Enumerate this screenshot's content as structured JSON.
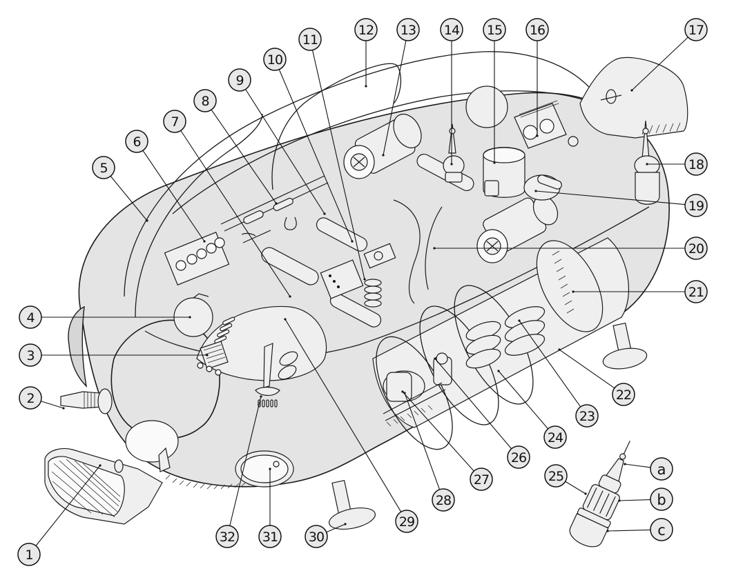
{
  "diagram": {
    "title": "Spacecraft cutaway illustration",
    "style": "black-and-white technical line drawing with numbered callouts",
    "colors": {
      "ink": "#111111",
      "hull_fill": "#e4e4e4",
      "callout_fill": "#e8e8e8",
      "background": "#ffffff"
    },
    "callouts": [
      {
        "id": "1",
        "label": "1",
        "part": "rear-left-thruster-nozzle"
      },
      {
        "id": "2",
        "label": "2",
        "part": "side-connector-nozzle"
      },
      {
        "id": "3",
        "label": "3",
        "part": "control-panel-grille"
      },
      {
        "id": "4",
        "label": "4",
        "part": "spherical-tank"
      },
      {
        "id": "5",
        "label": "5",
        "part": "canopy-dome"
      },
      {
        "id": "6",
        "label": "6",
        "part": "bottle-rack"
      },
      {
        "id": "7",
        "label": "7",
        "part": "storage-rail"
      },
      {
        "id": "8",
        "label": "8",
        "part": "tool-clips"
      },
      {
        "id": "9",
        "label": "9",
        "part": "canopy-frame"
      },
      {
        "id": "10",
        "label": "10",
        "part": "cable-loop"
      },
      {
        "id": "11",
        "label": "11",
        "part": "instrument-console"
      },
      {
        "id": "12",
        "label": "12",
        "part": "canopy-hatch"
      },
      {
        "id": "13",
        "label": "13",
        "part": "upper-thruster-pod"
      },
      {
        "id": "14",
        "label": "14",
        "part": "antenna-mount"
      },
      {
        "id": "15",
        "label": "15",
        "part": "cylindrical-tank"
      },
      {
        "id": "16",
        "label": "16",
        "part": "gauge-box"
      },
      {
        "id": "17",
        "label": "17",
        "part": "rear-right-thruster-nozzle"
      },
      {
        "id": "18",
        "label": "18",
        "part": "external-antenna"
      },
      {
        "id": "19",
        "label": "19",
        "part": "pressure-cylinder"
      },
      {
        "id": "20",
        "label": "20",
        "part": "deck-platform"
      },
      {
        "id": "21",
        "label": "21",
        "part": "engine-ring"
      },
      {
        "id": "22",
        "label": "22",
        "part": "fuel-cells-upper"
      },
      {
        "id": "23",
        "label": "23",
        "part": "fuel-cells-lower"
      },
      {
        "id": "24",
        "label": "24",
        "part": "frame-ring"
      },
      {
        "id": "25",
        "label": "25",
        "part": "probe-module"
      },
      {
        "id": "26",
        "label": "26",
        "part": "valve-assembly"
      },
      {
        "id": "27",
        "label": "27",
        "part": "storage-drum"
      },
      {
        "id": "28",
        "label": "28",
        "part": "lower-bay-rail"
      },
      {
        "id": "29",
        "label": "29",
        "part": "seat-shell"
      },
      {
        "id": "30",
        "label": "30",
        "part": "landing-foot-front"
      },
      {
        "id": "31",
        "label": "31",
        "part": "porthole"
      },
      {
        "id": "32",
        "label": "32",
        "part": "vent-grille"
      },
      {
        "id": "a",
        "label": "a",
        "part": "probe-tip-section"
      },
      {
        "id": "b",
        "label": "b",
        "part": "probe-cage-section"
      },
      {
        "id": "c",
        "label": "c",
        "part": "probe-base-section"
      }
    ]
  }
}
